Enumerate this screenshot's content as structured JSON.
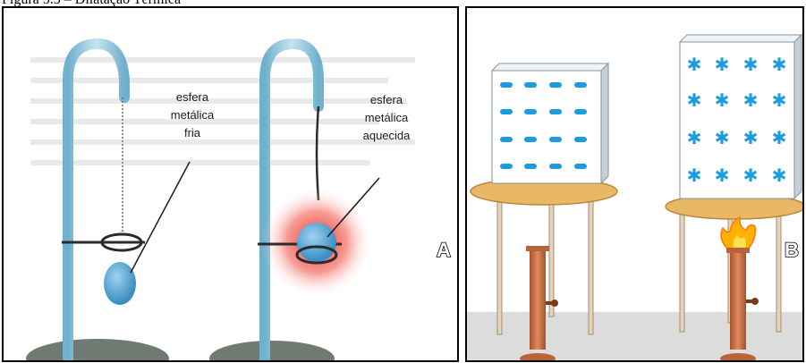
{
  "caption": "Figura 5.5 – Dilatação Térmica",
  "panel_a": {
    "letter": "A",
    "cold_label": [
      "esfera",
      "metálica",
      "fria"
    ],
    "hot_label": [
      "esfera",
      "metálica",
      "aquecida"
    ]
  },
  "panel_b": {
    "letter": "B"
  },
  "colors": {
    "border": "#000000",
    "stand_blue": "#8cc4dd",
    "sphere_blue": "#4aa3d6",
    "heat_red": "#e8281e",
    "ring_wood": "#e8b866",
    "burner_copper": "#c96b3e",
    "flame": "#ffb000",
    "molecule": "#1e9be0"
  }
}
